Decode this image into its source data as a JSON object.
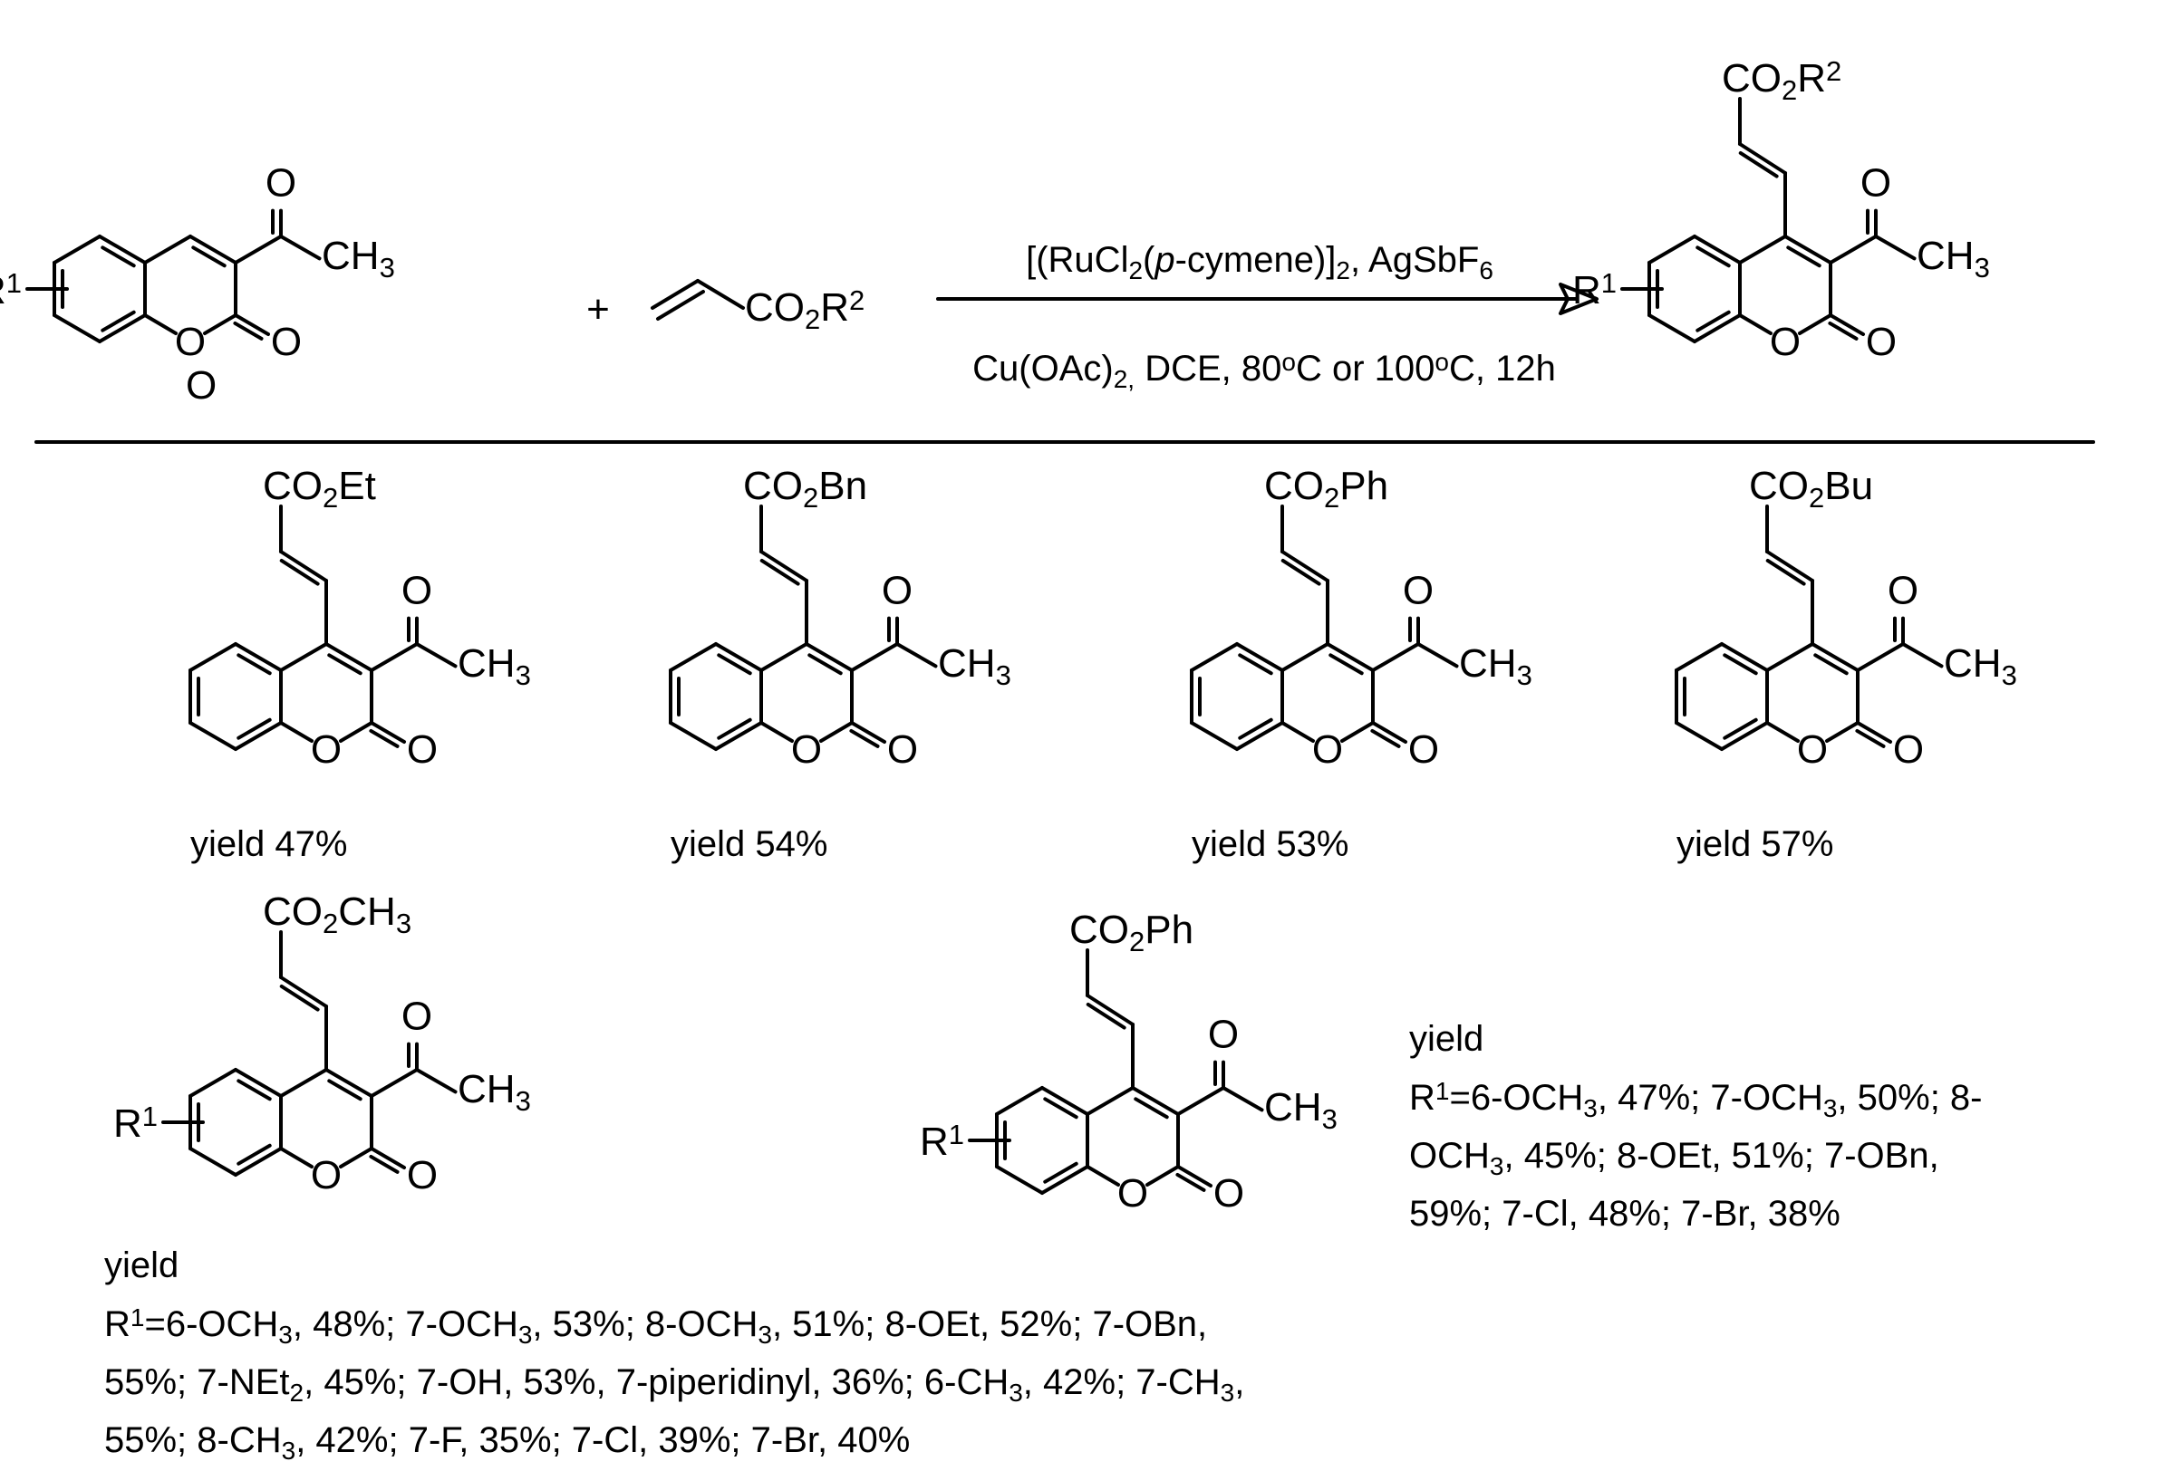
{
  "reaction": {
    "reactant_acetylcoumarin": {
      "substituent": "R",
      "sup": "1",
      "methyl": "CH",
      "methyl_sub": "3",
      "ring_o": "O",
      "carbonyl_o": "O",
      "acetyl_o": "O"
    },
    "plus": "+",
    "acrylate": {
      "co2_a": "CO",
      "co2_sub": "2",
      "r": "R",
      "r_sup": "2"
    },
    "conditions": {
      "catalyst_a": "[(RuCl",
      "catalyst_sub": "2",
      "catalyst_b": "(",
      "catalyst_italic": "p",
      "catalyst_c": "-cymene)]",
      "catalyst_sub2": "2",
      "catalyst_d": ", AgSbF",
      "catalyst_sub3": "6",
      "additive_a": "Cu(OAc)",
      "additive_sub": "2,",
      "additive_b": " DCE, 80",
      "additive_sup": "o",
      "additive_c": "C or 100",
      "additive_sup2": "o",
      "additive_d": "C, 12h"
    },
    "product": {
      "ester_a": "CO",
      "ester_sub": "2",
      "ester_r": "R",
      "ester_sup": "2",
      "substituent": "R",
      "sup": "1",
      "methyl": "CH",
      "methyl_sub": "3",
      "ring_o": "O",
      "carbonyl_o": "O",
      "acetyl_o": "O"
    }
  },
  "examples": [
    {
      "ester_prefix": "CO",
      "ester_sub": "2",
      "ester_suffix": "Et",
      "yield": "yield 47%"
    },
    {
      "ester_prefix": "CO",
      "ester_sub": "2",
      "ester_suffix": "Bn",
      "yield": "yield 54%"
    },
    {
      "ester_prefix": "CO",
      "ester_sub": "2",
      "ester_suffix": "Ph",
      "yield": "yield 53%"
    },
    {
      "ester_prefix": "CO",
      "ester_sub": "2",
      "ester_suffix": "Bu",
      "yield": "yield 57%"
    }
  ],
  "series": [
    {
      "ester_prefix": "CO",
      "ester_sub": "2",
      "ester_suffix": "CH",
      "ester_sub2": "3",
      "yield_title": "yield",
      "lines": [
        [
          "R",
          {
            "sup": "1"
          },
          "=6-OCH",
          {
            "sub": "3"
          },
          ",  48%;  7-OCH",
          {
            "sub": "3"
          },
          ",  53%;  8-OCH",
          {
            "sub": "3"
          },
          ",  51%;  8-OEt,  52%;  7-OBn,"
        ],
        [
          "55%; 7-NEt",
          {
            "sub": "2"
          },
          ", 45%; 7-OH, 53%, 7-piperidinyl, 36%; 6-CH",
          {
            "sub": "3"
          },
          ", 42%; 7-CH",
          {
            "sub": "3"
          },
          ","
        ],
        [
          "55%; 8-CH",
          {
            "sub": "3"
          },
          ", 42%; 7-F, 35%; 7-Cl, 39%; 7-Br, 40%"
        ]
      ]
    },
    {
      "ester_prefix": "CO",
      "ester_sub": "2",
      "ester_suffix": "Ph",
      "yield_title": "yield",
      "lines": [
        [
          "R",
          {
            "sup": "1"
          },
          "=6-OCH",
          {
            "sub": "3"
          },
          ", 47%; 7-OCH",
          {
            "sub": "3"
          },
          ", 50%; 8-"
        ],
        [
          "OCH",
          {
            "sub": "3"
          },
          ",  45%;  8-OEt,  51%;  7-OBn,"
        ],
        [
          "59%; 7-Cl, 48%; 7-Br, 38%"
        ]
      ]
    }
  ],
  "common_labels": {
    "ring_o": "O",
    "carbonyl_o": "O",
    "acetyl_o": "O",
    "methyl": "CH",
    "methyl_sub": "3",
    "substituent": "R",
    "sup": "1"
  }
}
